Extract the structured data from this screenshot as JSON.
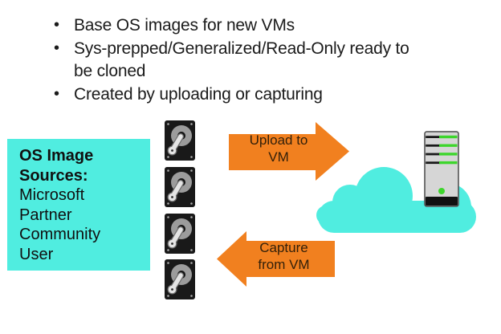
{
  "slide": {
    "bullets": [
      "Base OS images for new VMs",
      "Sys-prepped/Generalized/Read-Only ready to be cloned",
      "Created by uploading or capturing"
    ],
    "sources_box": {
      "title_line1": "OS Image",
      "title_line2": "Sources:",
      "items": [
        "Microsoft",
        "Partner",
        "Community",
        "User"
      ]
    },
    "arrows": {
      "upload": {
        "line1": "Upload to",
        "line2": "VM",
        "direction": "right"
      },
      "capture": {
        "line1": "Capture",
        "line2": "from VM",
        "direction": "left"
      }
    },
    "icons": {
      "hard_disk": {
        "name": "hard-disk-icon",
        "count": 4
      },
      "cloud": {
        "name": "cloud-icon"
      },
      "server": {
        "name": "server-icon"
      }
    },
    "colors": {
      "teal": "#50EDE0",
      "orange": "#F1801F",
      "text": "#1B1B1B",
      "arrow_text": "#33200A",
      "server_green": "#3DD62C",
      "disk_black": "#191919",
      "platter_gray": "#9C9C9C"
    }
  }
}
